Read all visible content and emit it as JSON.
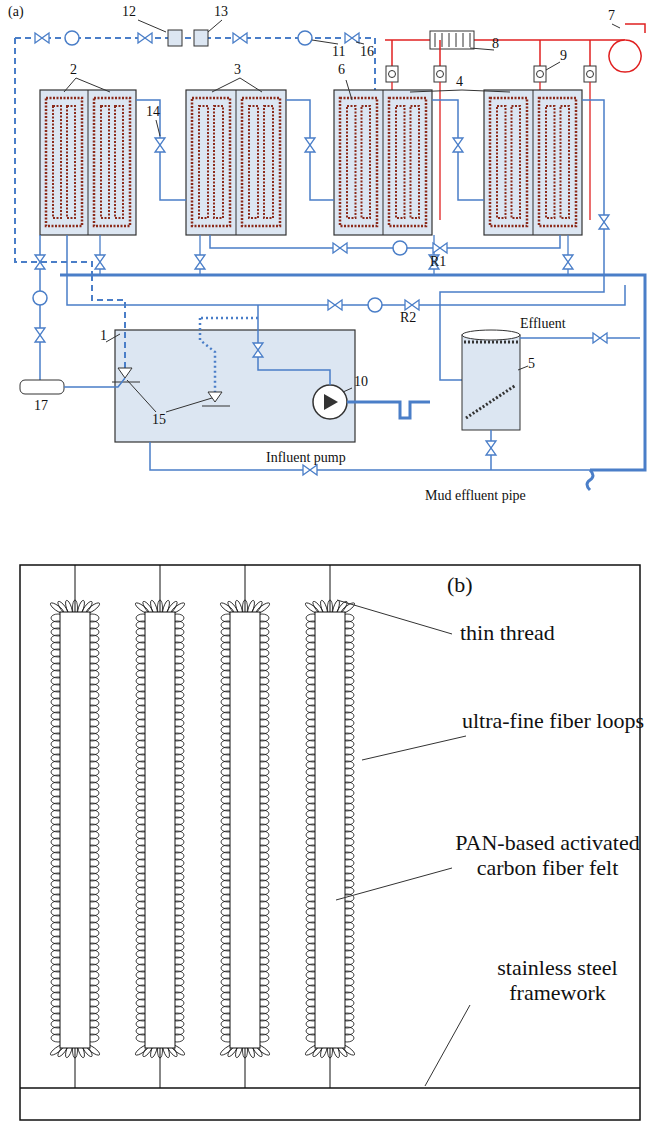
{
  "diagram": {
    "labels": [
      "(a)",
      "12",
      "13",
      "11",
      "16",
      "2",
      "14",
      "3",
      "6",
      "4",
      "8",
      "7",
      "9",
      "R1",
      "R2",
      "Effluent",
      "1",
      "10",
      "15",
      "17",
      "Influent pump",
      "5",
      "Mud effluent pipe",
      "(b)",
      "thin thread",
      "ultra-fine fiber loops",
      "PAN-based activated carbon fiber felt",
      "stainless steel framework"
    ]
  }
}
